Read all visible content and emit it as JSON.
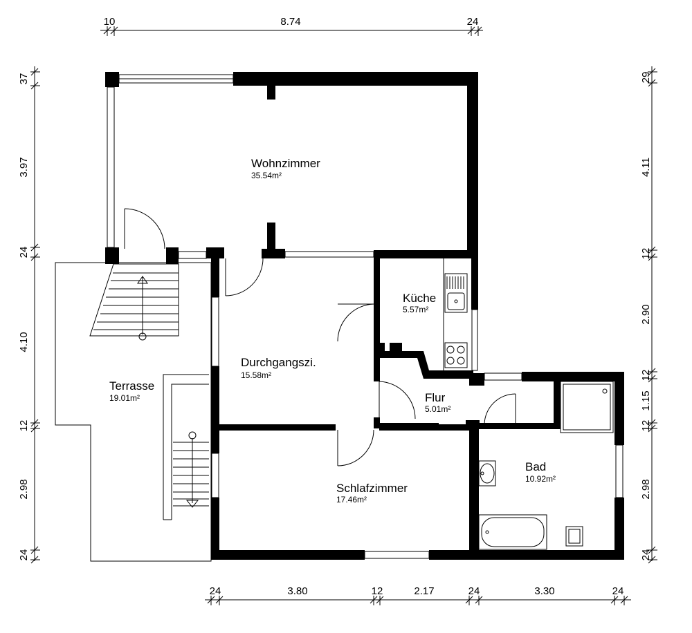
{
  "rooms": [
    {
      "id": "wohnzimmer",
      "name": "Wohnzimmer",
      "area": "35.54m²"
    },
    {
      "id": "kueche",
      "name": "Küche",
      "area": "5.57m²"
    },
    {
      "id": "durchgang",
      "name": "Durchgangszi.",
      "area": "15.58m²"
    },
    {
      "id": "terrasse",
      "name": "Terrasse",
      "area": "19.01m²"
    },
    {
      "id": "flur",
      "name": "Flur",
      "area": "5.01m²"
    },
    {
      "id": "bad",
      "name": "Bad",
      "area": "10.92m²"
    },
    {
      "id": "schlafzimmer",
      "name": "Schlafzimmer",
      "area": "17.46m²"
    }
  ],
  "dimensions": {
    "top": [
      "10",
      "8.74",
      "24"
    ],
    "left": [
      "37",
      "3.97",
      "24",
      "4.10",
      "12",
      "2.98",
      "24"
    ],
    "right": [
      "29",
      "4.11",
      "12",
      "2.90",
      "12",
      "1.15",
      "12",
      "2.98",
      "24"
    ],
    "bottom": [
      "24",
      "3.80",
      "12",
      "2.17",
      "24",
      "3.30",
      "24"
    ]
  }
}
